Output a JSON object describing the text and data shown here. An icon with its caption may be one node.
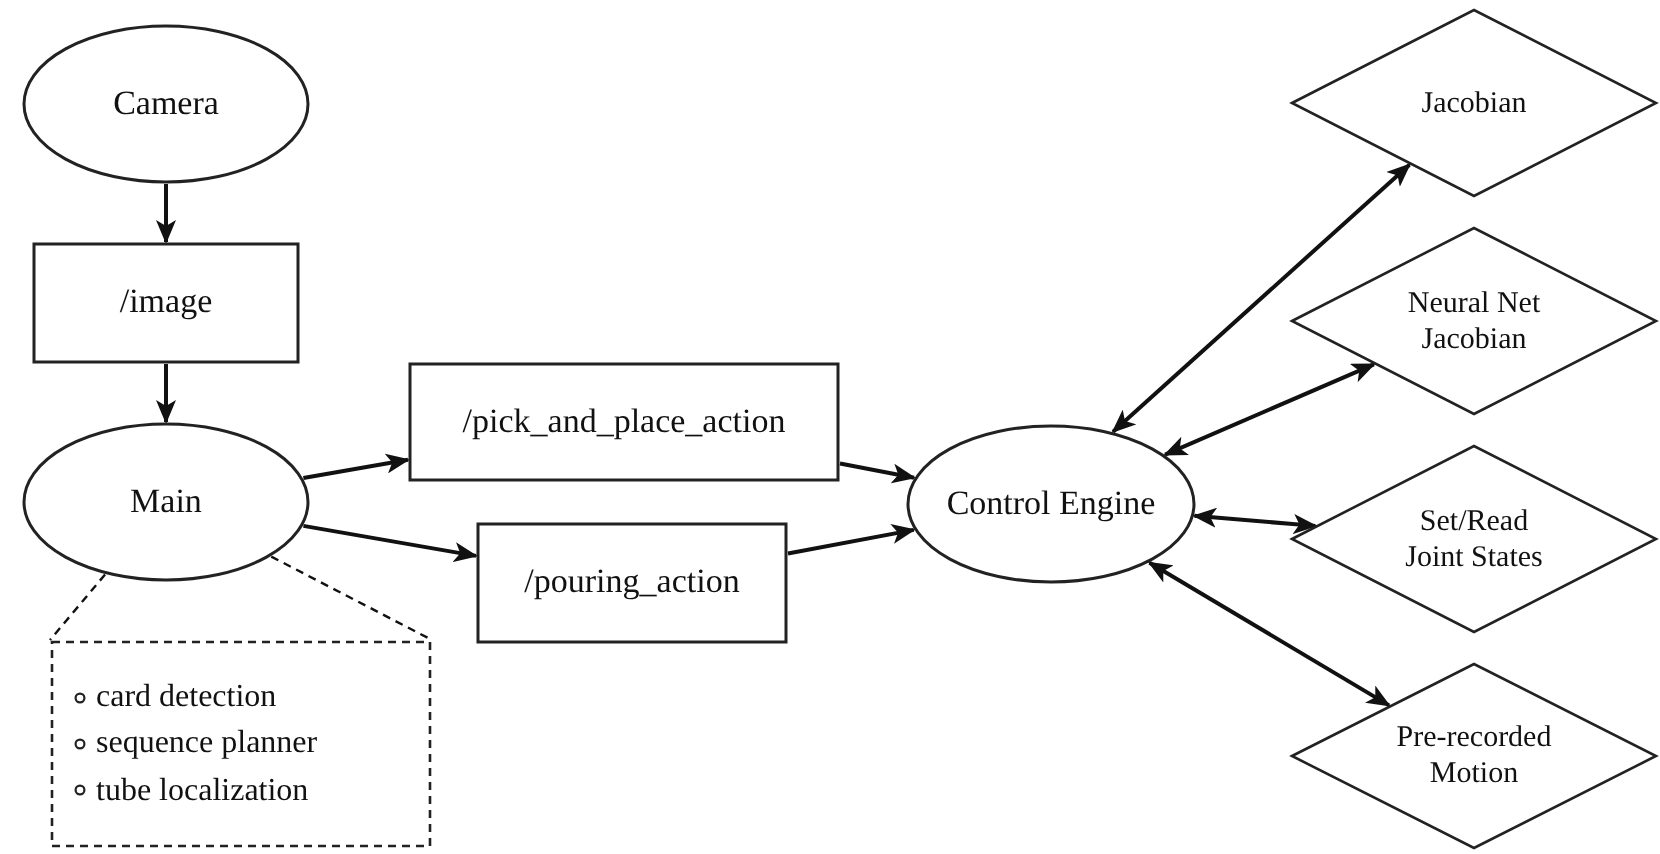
{
  "diagram": {
    "nodes": [
      {
        "text": [
          "Camera"
        ]
      },
      {
        "text": [
          "/image"
        ]
      },
      {
        "text": [
          "Main"
        ]
      },
      {
        "text": [
          "card detection",
          "sequence planner",
          "tube localization"
        ]
      },
      {
        "text": [
          "/pick_and_place_action"
        ]
      },
      {
        "text": [
          "/pouring_action"
        ]
      },
      {
        "text": [
          "Control Engine"
        ]
      },
      {
        "text": [
          "Jacobian"
        ]
      },
      {
        "text": [
          "Neural Net Jacobian"
        ]
      },
      {
        "text": [
          "Set/Read Joint States"
        ]
      },
      {
        "text": [
          "Pre-recorded Motion"
        ]
      }
    ],
    "edges": [
      {
        "from": 0,
        "to": 1,
        "arrow": "to"
      },
      {
        "from": 1,
        "to": 2,
        "arrow": "to"
      },
      {
        "from": 2,
        "to": 4,
        "arrow": "to"
      },
      {
        "from": 2,
        "to": 5,
        "arrow": "to"
      },
      {
        "from": 4,
        "to": 6,
        "arrow": "to"
      },
      {
        "from": 5,
        "to": 6,
        "arrow": "to"
      },
      {
        "from": 6,
        "to": 7,
        "arrow": "both"
      },
      {
        "from": 6,
        "to": 8,
        "arrow": "both"
      },
      {
        "from": 6,
        "to": 9,
        "arrow": "both"
      },
      {
        "from": 6,
        "to": 10,
        "arrow": "both"
      },
      {
        "from": 2,
        "to": 3,
        "arrow": "none",
        "style": "dashed"
      },
      {
        "from": 2,
        "to": 3,
        "arrow": "none",
        "style": "dashed"
      }
    ]
  }
}
